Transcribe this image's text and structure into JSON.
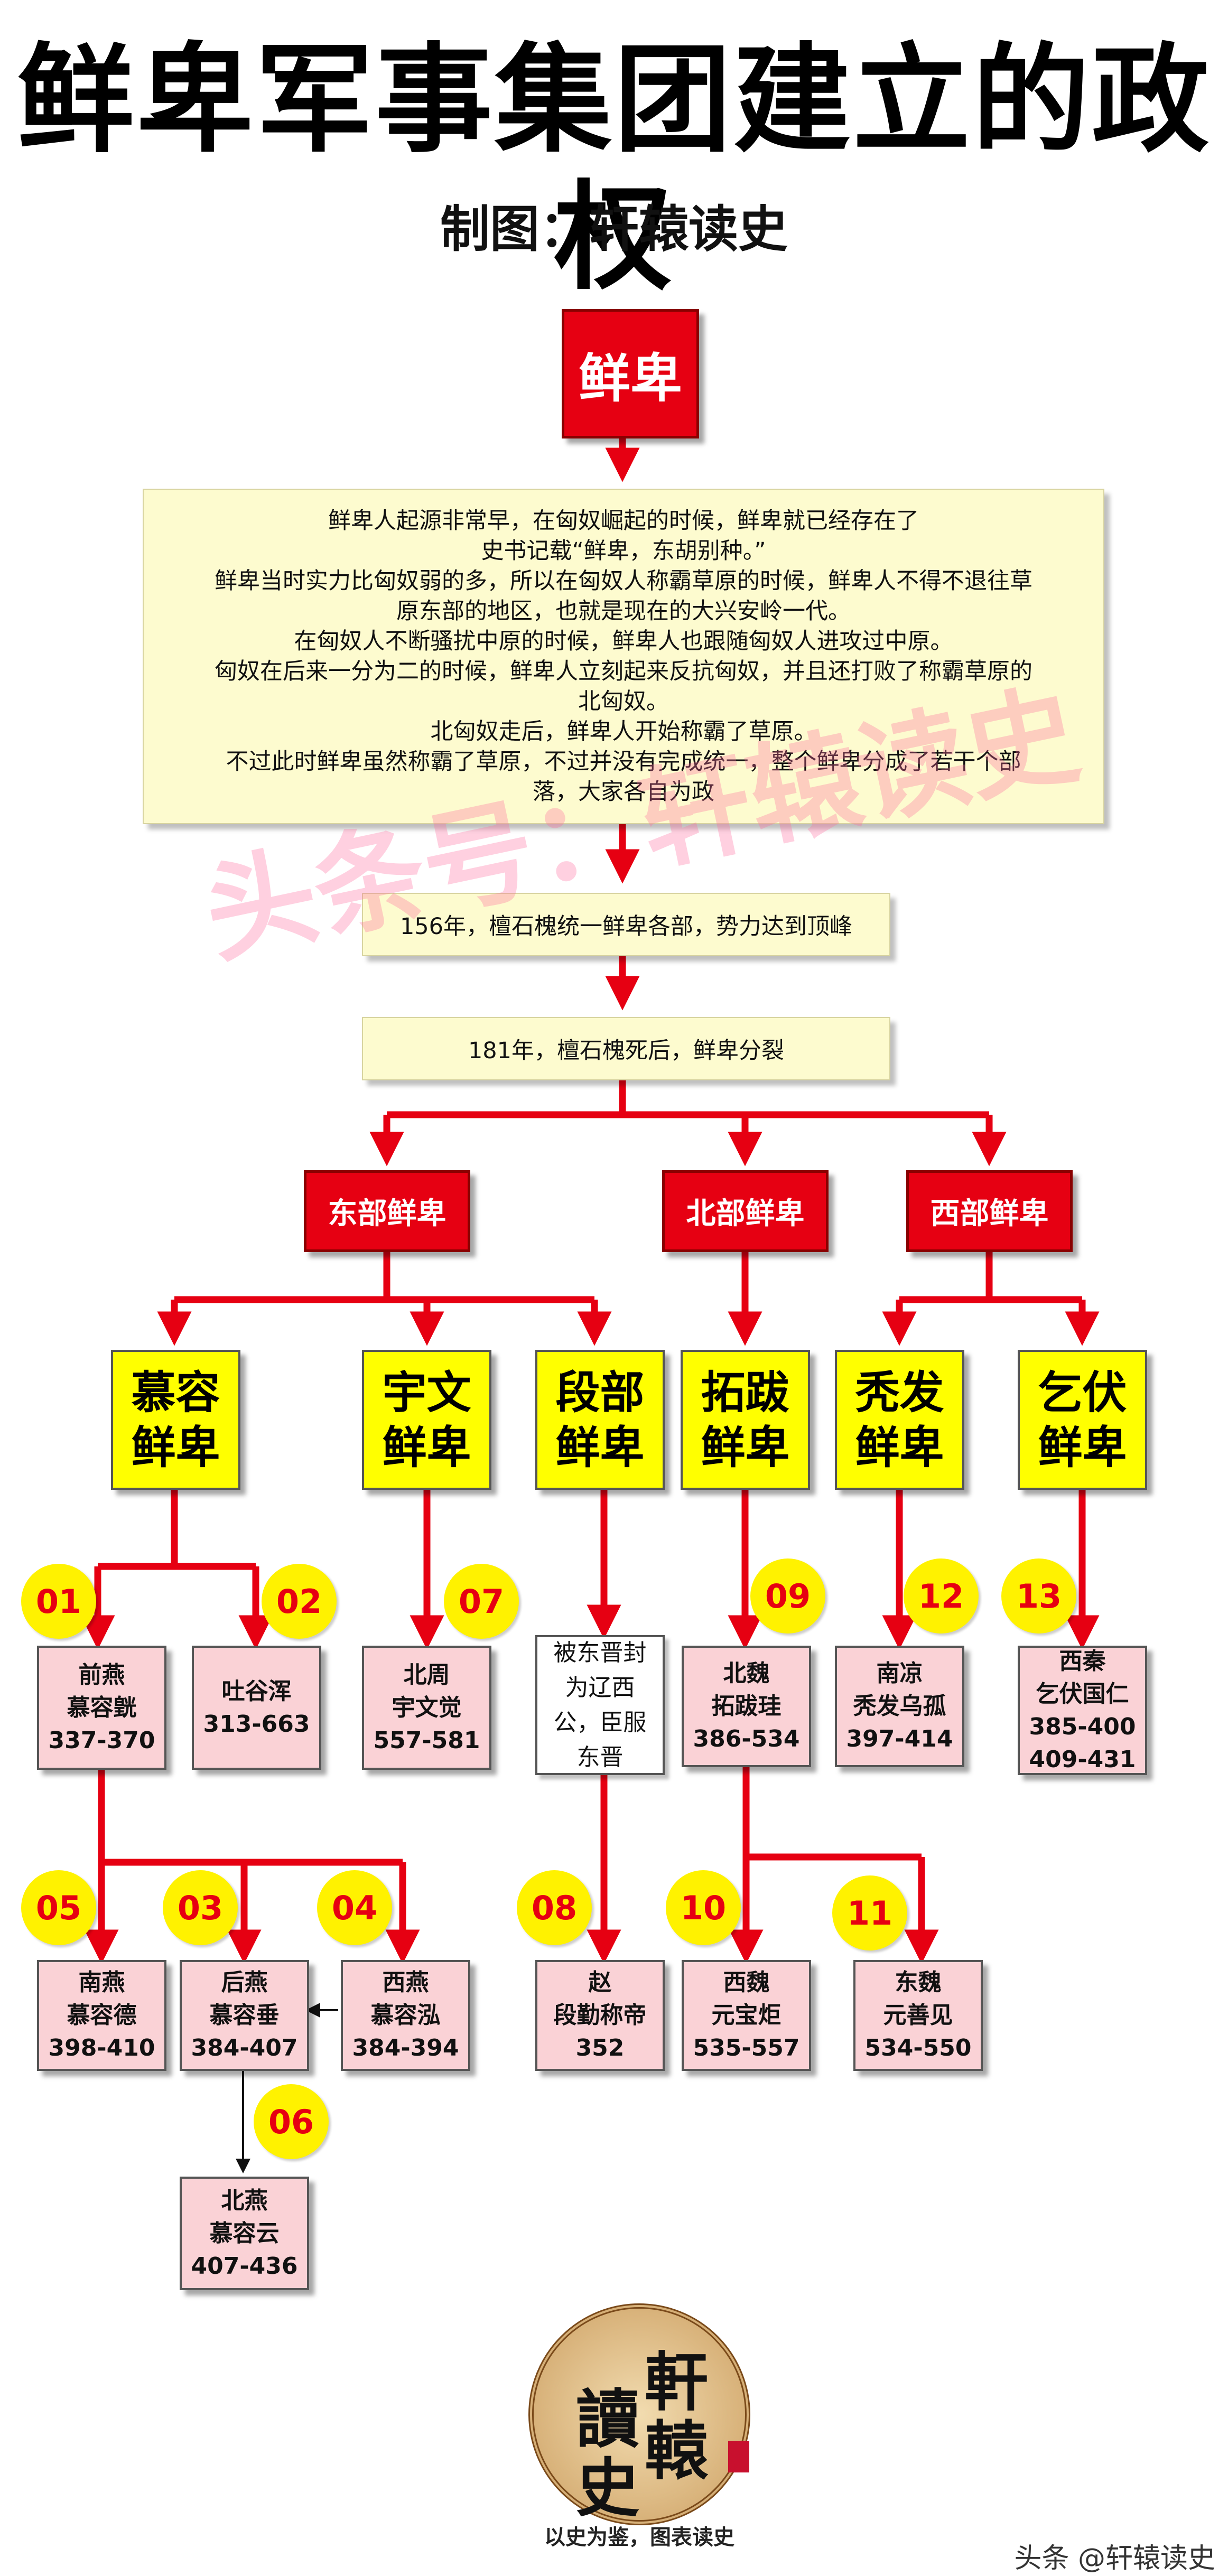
{
  "title": "鲜卑军事集团建立的政权",
  "subtitle": "制图：轩辕读史",
  "root": "鲜卑",
  "description": "鲜卑人起源非常早，在匈奴崛起的时候，鲜卑就已经存在了\n史书记载“鲜卑，东胡别种。”\n鲜卑当时实力比匈奴弱的多，所以在匈奴人称霸草原的时候，鲜卑人不得不退往草\n原东部的地区，也就是现在的大兴安岭一代。\n在匈奴人不断骚扰中原的时候，鲜卑人也跟随匈奴人进攻过中原。\n匈奴在后来一分为二的时候，鲜卑人立刻起来反抗匈奴，并且还打败了称霸草原的\n北匈奴。\n北匈奴走后，鲜卑人开始称霸了草原。\n不过此时鲜卑虽然称霸了草原，不过并没有完成统一，整个鲜卑分成了若干个部\n落，大家各自为政",
  "event1": "156年，檀石槐统一鲜卑各部，势力达到顶峰",
  "event2": "181年，檀石槐死后，鲜卑分裂",
  "divisions": {
    "east": "东部鲜卑",
    "north": "北部鲜卑",
    "west": "西部鲜卑"
  },
  "tribes": {
    "murong": "慕容\n鲜卑",
    "yuwen": "宇文\n鲜卑",
    "duanbu": "段部\n鲜卑",
    "tuoba": "拓跋\n鲜卑",
    "tufa": "秃发\n鲜卑",
    "qifu": "乞伏\n鲜卑"
  },
  "states": {
    "s01": {
      "num": "01",
      "text": "前燕\n慕容皝\n337-370"
    },
    "s02": {
      "num": "02",
      "text": "吐谷浑\n313-663"
    },
    "s07": {
      "num": "07",
      "text": "北周\n宇文觉\n557-581"
    },
    "duan_note": "被东晋封\n为辽西\n公，臣服\n东晋",
    "s09": {
      "num": "09",
      "text": "北魏\n拓跋珪\n386-534"
    },
    "s12": {
      "num": "12",
      "text": "南凉\n秃发乌孤\n397-414"
    },
    "s13": {
      "num": "13",
      "text": "西秦\n乞伏国仁\n385-400\n409-431"
    },
    "s05": {
      "num": "05",
      "text": "南燕\n慕容德\n398-410"
    },
    "s03": {
      "num": "03",
      "text": "后燕\n慕容垂\n384-407"
    },
    "s04": {
      "num": "04",
      "text": "西燕\n慕容泓\n384-394"
    },
    "s08": {
      "num": "08",
      "text": "赵\n段勤称帝\n352"
    },
    "s10": {
      "num": "10",
      "text": "西魏\n元宝炬\n535-557"
    },
    "s11": {
      "num": "11",
      "text": "东魏\n元善见\n534-550"
    },
    "s06": {
      "num": "06",
      "text": "北燕\n慕容云\n407-436"
    }
  },
  "watermark": "头条号：轩辕读史",
  "seal_chars": [
    "讀",
    "軒",
    "史",
    "轅"
  ],
  "motto": "以史为鉴，图表读史",
  "credit": "头条 @轩辕读史",
  "colors": {
    "red": "#e60012",
    "yellow": "#ffff00",
    "pink": "#fad2d6",
    "cream": "#fdfbcf"
  }
}
